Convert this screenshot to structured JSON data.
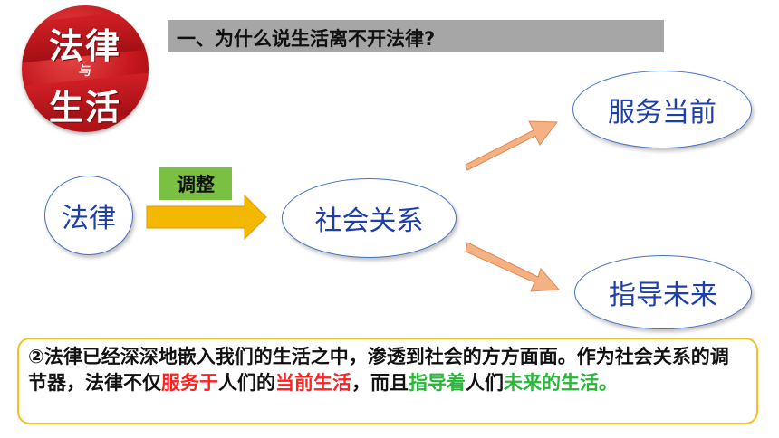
{
  "logo": {
    "top": "法律",
    "middle": "与",
    "bottom": "生活"
  },
  "title": "一、为什么说生活离不开法律?",
  "nodes": {
    "law": "法律",
    "social": "社会关系",
    "serve": "服务当前",
    "guide": "指导未来"
  },
  "edge_label": "调整",
  "note": {
    "part1": "②法律已经深深地嵌入我们的生活之中，渗透到社会的方方面面。作为社会关系的调节器，法律不仅",
    "hl_serve": "服务于",
    "part2": "人们的",
    "hl_current": "当前生活",
    "part3": "，而且",
    "hl_guide": "指导着",
    "part4": "人们",
    "hl_future": "未来",
    "part5": "的生活。"
  },
  "colors": {
    "accent_red": "#ff2020",
    "accent_green": "#2ab53b",
    "node_border": "#4472c4",
    "node_text": "#1f3fa8",
    "arrow_gold": "#f5b800",
    "arrow_peach": "#f4b183",
    "note_border": "#f2c11f"
  }
}
